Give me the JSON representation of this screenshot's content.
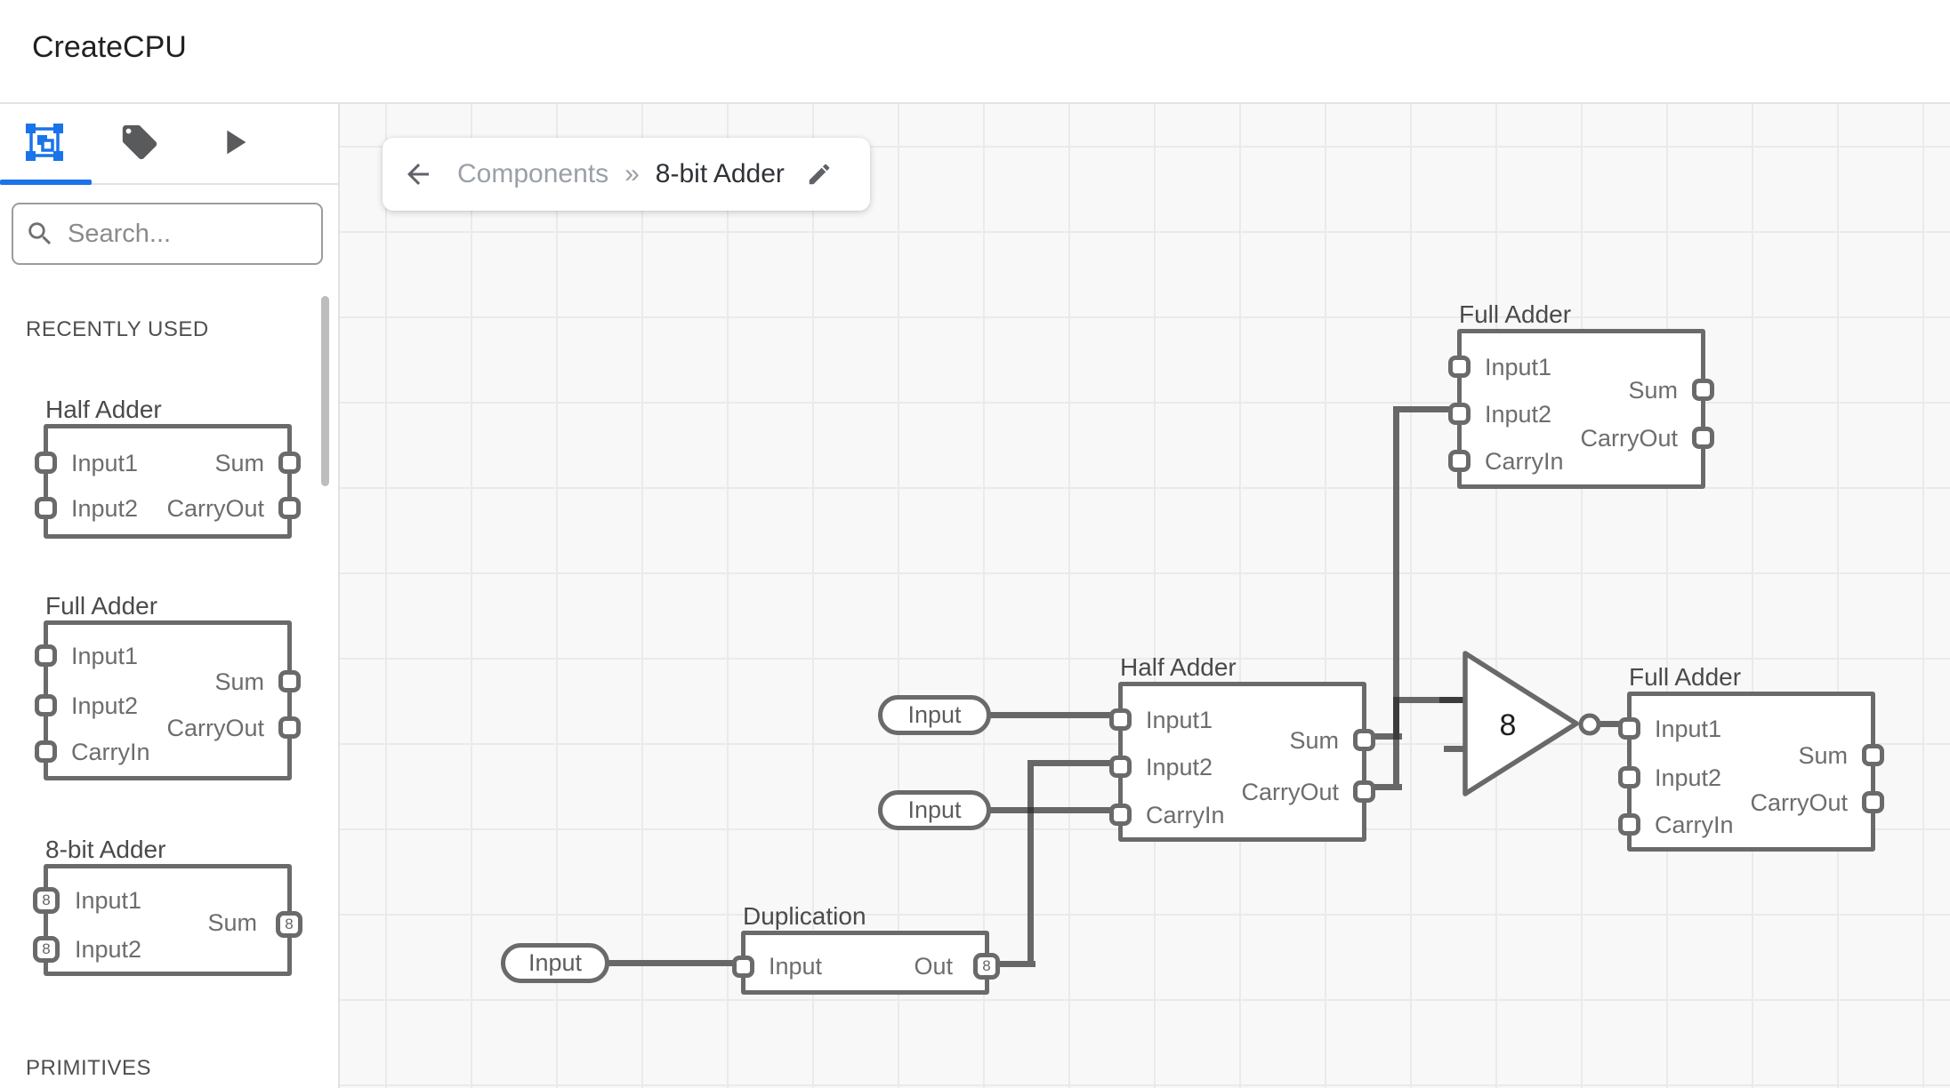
{
  "header": {
    "title": "CreateCPU"
  },
  "sidebar": {
    "search_placeholder": "Search...",
    "recently_used_label": "RECENTLY USED",
    "primitives_label": "PRIMITIVES",
    "palette": {
      "half_adder": {
        "title": "Half Adder",
        "in1": "Input1",
        "in2": "Input2",
        "out1": "Sum",
        "out2": "CarryOut"
      },
      "full_adder": {
        "title": "Full Adder",
        "in1": "Input1",
        "in2": "Input2",
        "in3": "CarryIn",
        "out1": "Sum",
        "out2": "CarryOut"
      },
      "adder8": {
        "title": "8-bit Adder",
        "in1": "Input1",
        "in2": "Input2",
        "out1": "Sum",
        "bits": "8"
      }
    }
  },
  "canvas": {
    "breadcrumb": {
      "parent": "Components",
      "separator": "»",
      "current": "8-bit Adder"
    },
    "pill_label": "Input",
    "splitter_label": "8",
    "out_bits": "8",
    "nodes": {
      "full_adder_top": {
        "title": "Full Adder",
        "in1": "Input1",
        "in2": "Input2",
        "in3": "CarryIn",
        "out1": "Sum",
        "out2": "CarryOut"
      },
      "half_adder": {
        "title": "Half Adder",
        "in1": "Input1",
        "in2": "Input2",
        "in3": "CarryIn",
        "out1": "Sum",
        "out2": "CarryOut"
      },
      "full_adder_right": {
        "title": "Full Adder",
        "in1": "Input1",
        "in2": "Input2",
        "in3": "CarryIn",
        "out1": "Sum",
        "out2": "CarryOut"
      },
      "duplication": {
        "title": "Duplication",
        "in1": "Input",
        "out1": "Out"
      }
    },
    "colors": {
      "wire": "#676767",
      "wire_dark": "#3b3b3b",
      "accent": "#1a73e8",
      "grid_line": "#eaeaea"
    }
  }
}
